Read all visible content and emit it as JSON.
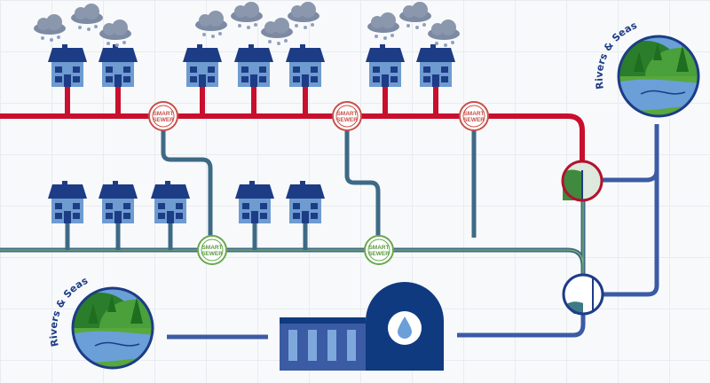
{
  "badges": {
    "smart_sewer_line1": "SMART",
    "smart_sewer_line2": "SEWER"
  },
  "labels": {
    "rivers_top": "Rivers & Seas",
    "rivers_bottom": "Rivers & Seas"
  },
  "colors": {
    "combined_pipe": "#c8102e",
    "storm_pipe": "#3d6a86",
    "outflow_pipe": "#3b5ba5",
    "house": "#1d3c86",
    "house_wall": "#6e9bd0",
    "plant": "#0f3a80"
  },
  "icons": {
    "house": "house-icon",
    "cloud": "rain-cloud-icon",
    "plant": "treatment-plant-icon",
    "drop": "water-drop-icon",
    "river": "river-landscape-icon"
  }
}
